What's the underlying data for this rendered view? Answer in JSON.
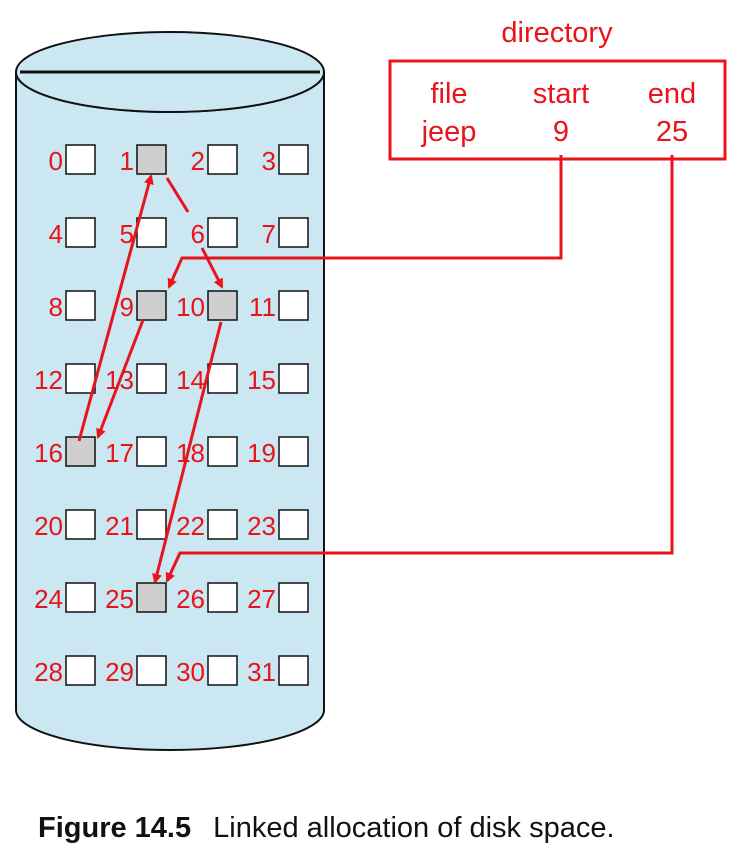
{
  "colors": {
    "accent": "#e8141c",
    "disk_fill": "#cbe7f2",
    "used_block": "#cfcfcf",
    "free_block": "#ffffff",
    "outline": "#111111"
  },
  "disk": {
    "block_labels": [
      "0",
      "1",
      "2",
      "3",
      "4",
      "5",
      "6",
      "7",
      "8",
      "9",
      "10",
      "11",
      "12",
      "13",
      "14",
      "15",
      "16",
      "17",
      "18",
      "19",
      "20",
      "21",
      "22",
      "23",
      "24",
      "25",
      "26",
      "27",
      "28",
      "29",
      "30",
      "31"
    ],
    "used_blocks": [
      1,
      9,
      10,
      16,
      25
    ],
    "chain": [
      9,
      16,
      1,
      10,
      25
    ]
  },
  "directory": {
    "title": "directory",
    "headers": [
      "file",
      "start",
      "end"
    ],
    "row": [
      "jeep",
      "9",
      "25"
    ]
  },
  "caption": {
    "number": "Figure 14.5",
    "text": "Linked allocation of disk space."
  }
}
